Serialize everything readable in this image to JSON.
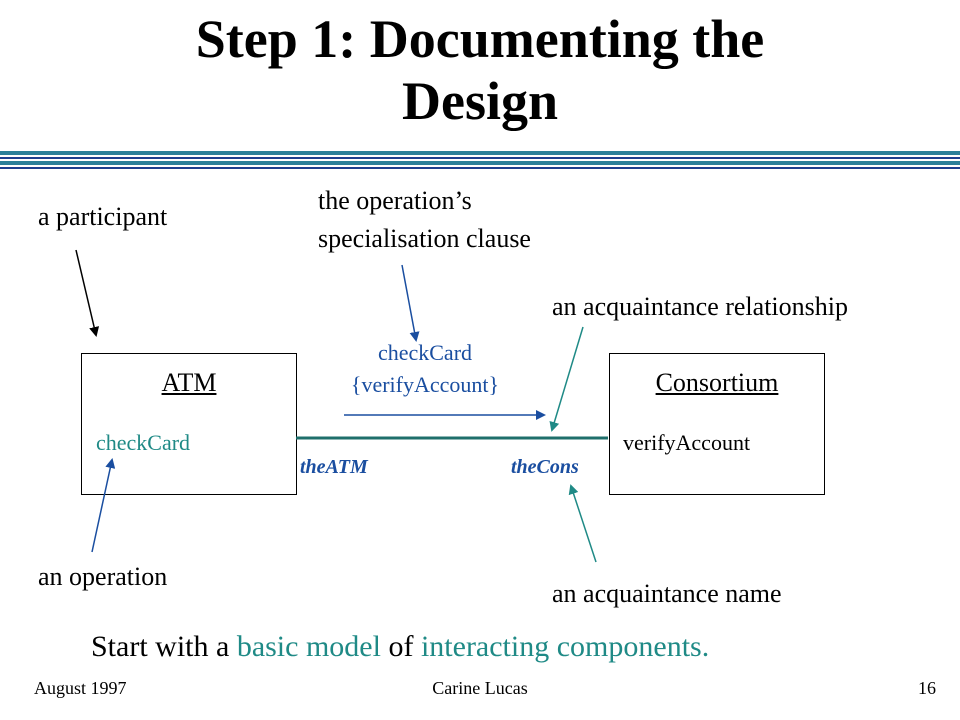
{
  "title": {
    "line1": "Step 1: Documenting the",
    "line2": "Design"
  },
  "labels": {
    "participant": "a participant",
    "specialisation_line1": "the operation’s",
    "specialisation_line2": "specialisation clause",
    "acq_relationship": "an acquaintance relationship",
    "operation": "an operation",
    "acq_name": "an acquaintance name"
  },
  "atm": {
    "name": "ATM",
    "operation": "checkCard"
  },
  "consortium": {
    "name": "Consortium",
    "operation": "verifyAccount"
  },
  "message": {
    "line1": "checkCard",
    "line2": "{verifyAccount}"
  },
  "roles": {
    "left": "theATM",
    "right": "theCons"
  },
  "summary": {
    "part1": "Start with a ",
    "part2": "basic model",
    "part3": " of ",
    "part4": "interacting components."
  },
  "footer": {
    "date": "August 1997",
    "author": "Carine Lucas",
    "page": "16"
  },
  "colors": {
    "teal": "#1f8a86",
    "blue": "#1a4ea0",
    "rule": "#2a7f9a"
  }
}
